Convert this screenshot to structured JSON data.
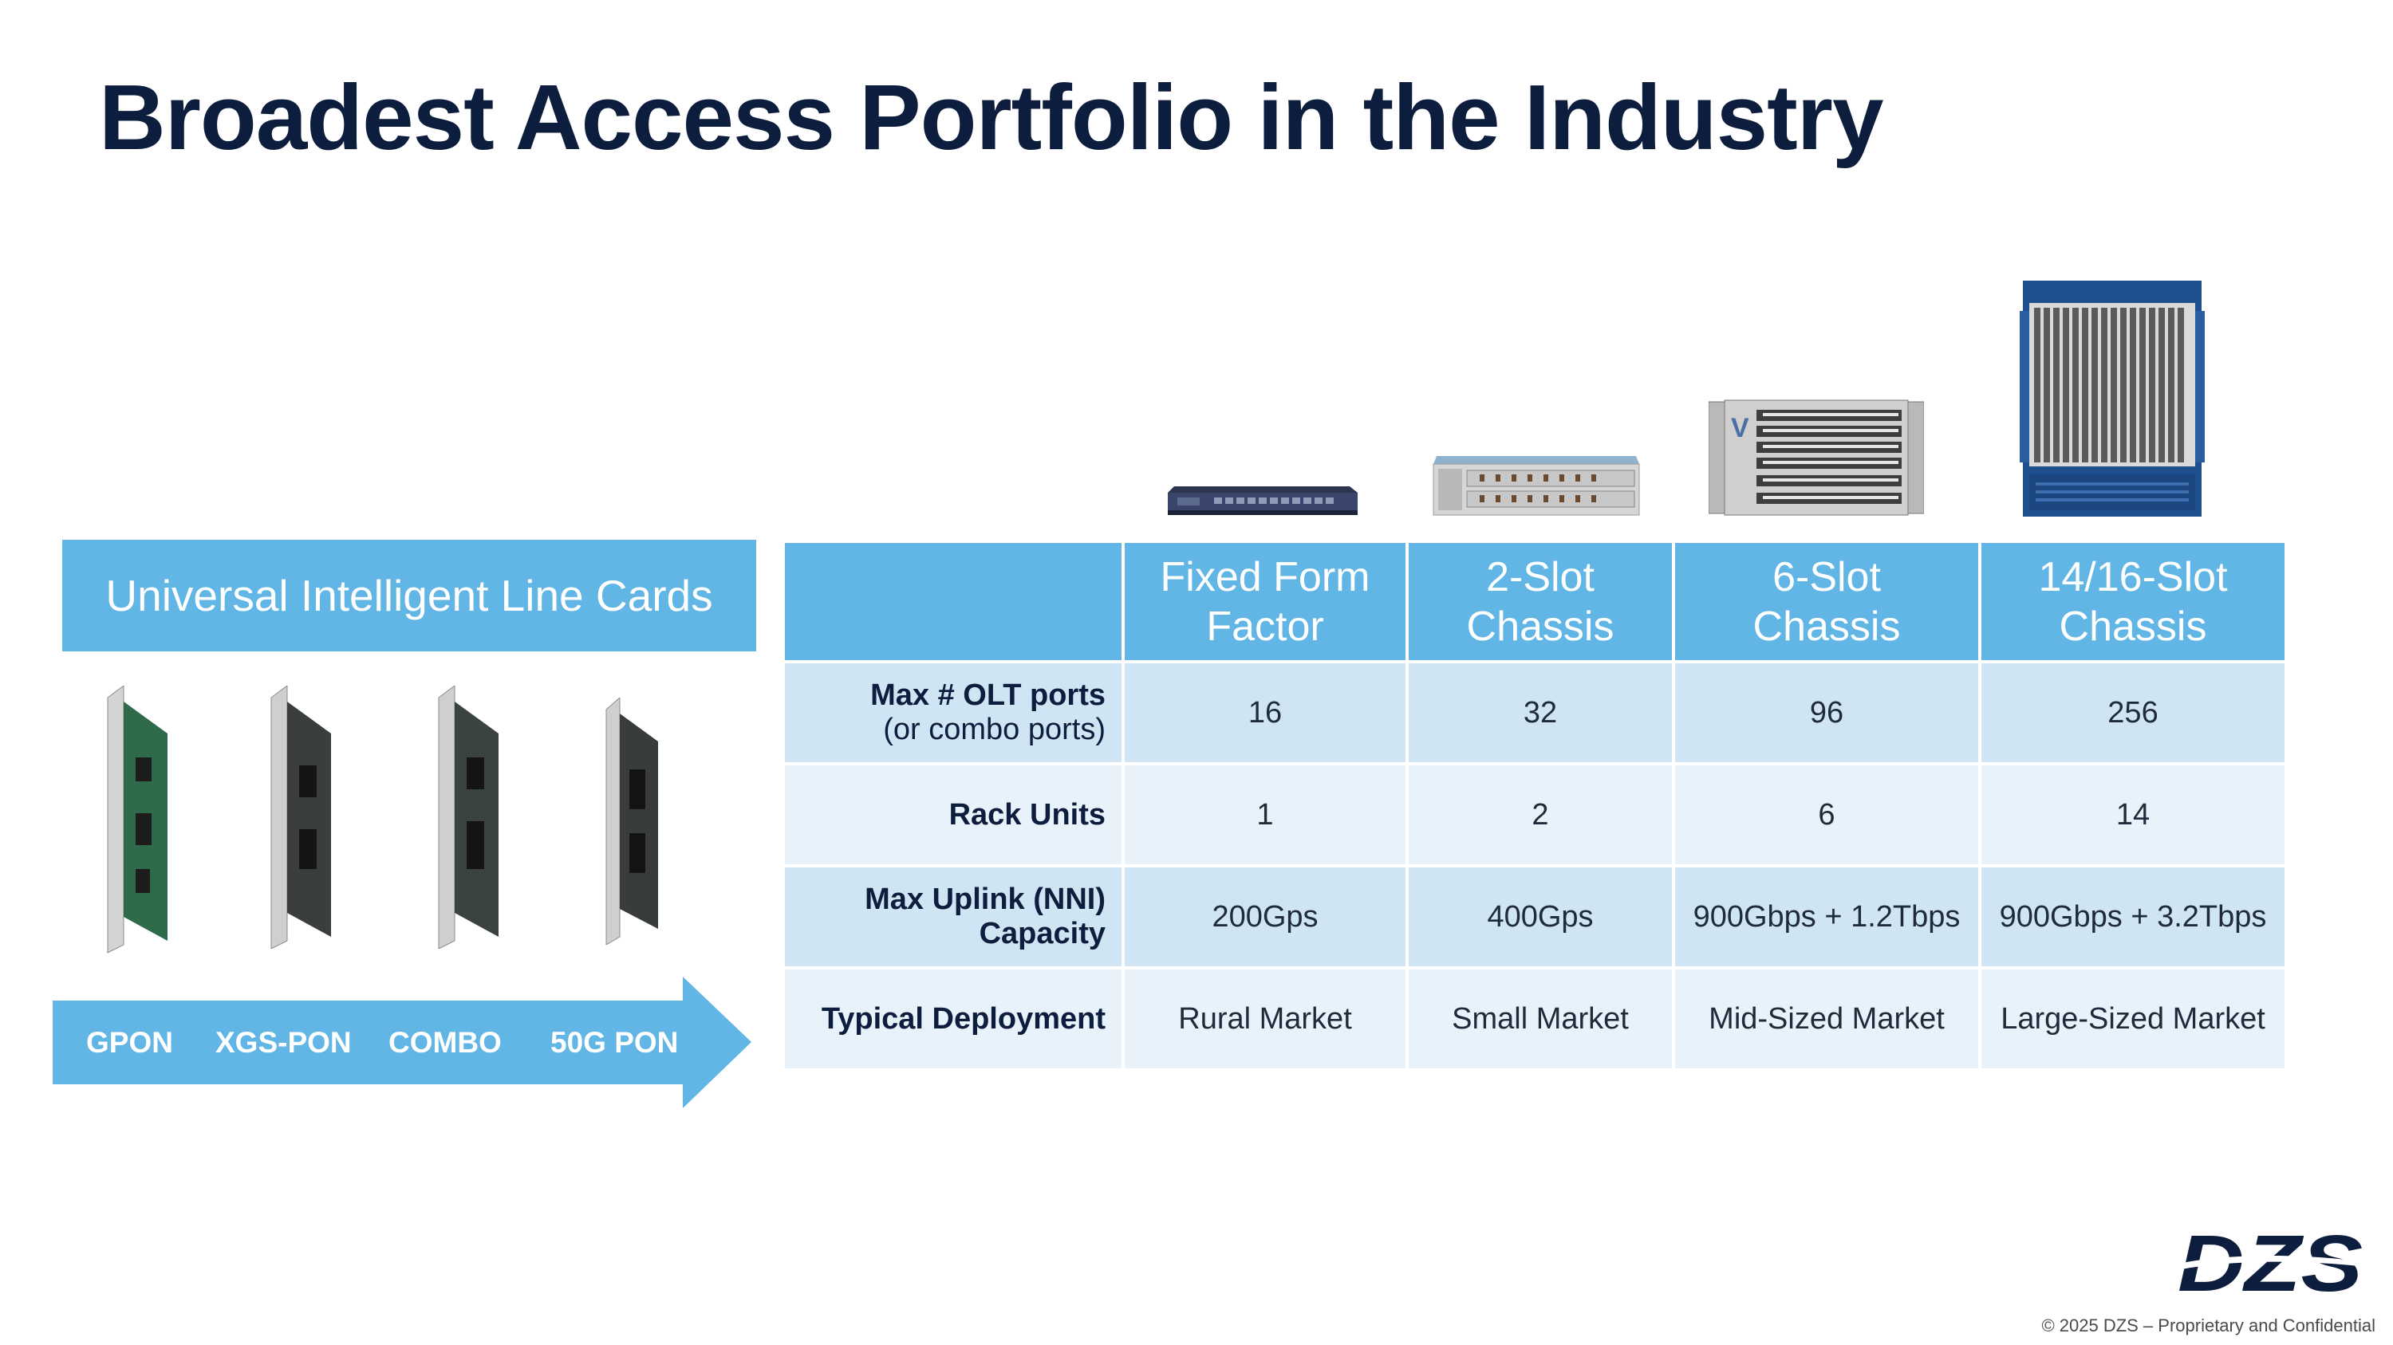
{
  "title": "Broadest Access Portfolio in the Industry",
  "line_cards": {
    "header": "Universal Intelligent Line Cards",
    "arrow_labels": [
      "GPON",
      "XGS-PON",
      "COMBO",
      "50G PON"
    ]
  },
  "table": {
    "columns": [
      {
        "line1": "Fixed Form",
        "line2": "Factor"
      },
      {
        "line1": "2-Slot",
        "line2": "Chassis"
      },
      {
        "line1": "6-Slot",
        "line2": "Chassis"
      },
      {
        "line1": "14/16-Slot",
        "line2": "Chassis"
      }
    ],
    "rows": [
      {
        "label_bold": "Max # OLT ports",
        "label_normal": "(or combo ports)",
        "values": [
          "16",
          "32",
          "96",
          "256"
        ]
      },
      {
        "label_bold": "Rack Units",
        "label_normal": "",
        "values": [
          "1",
          "2",
          "6",
          "14"
        ]
      },
      {
        "label_bold": "Max Uplink (NNI)",
        "label_bold2": "Capacity",
        "values": [
          "200Gps",
          "400Gps",
          "900Gbps + 1.2Tbps",
          "900Gbps + 3.2Tbps"
        ]
      },
      {
        "label_bold": "Typical Deployment",
        "label_normal": "",
        "values": [
          "Rural Market",
          "Small Market",
          "Mid-Sized Market",
          "Large-Sized Market"
        ]
      }
    ]
  },
  "logo_text": "DZS",
  "footer": "© 2025 DZS – Proprietary and Confidential",
  "colors": {
    "accent": "#62b6e5",
    "title": "#0d1d3d",
    "row_odd": "#d0e5f4",
    "row_even": "#e8f2fa"
  }
}
